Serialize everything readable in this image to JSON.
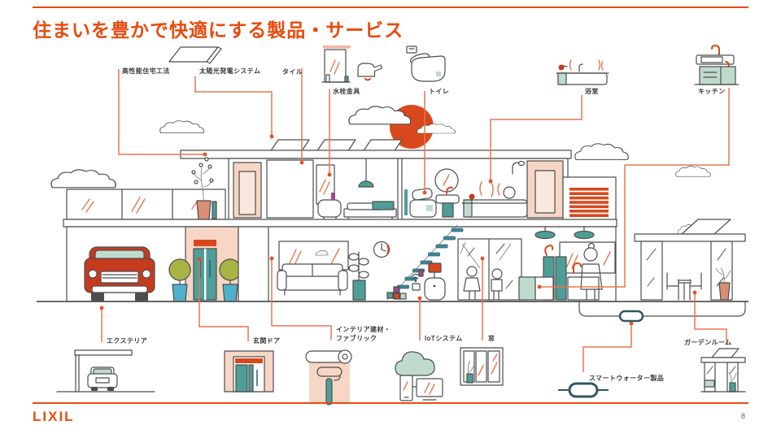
{
  "slide": {
    "title": "住まいを豊かで快適にする製品・サービス",
    "logo_text": "LIXIL",
    "page_number": "8",
    "accent_color": "#E94A0D",
    "connector_color": "#E8764E"
  },
  "labels": {
    "construction": "高性能住宅工法",
    "solar": "太陽光発電システム",
    "tile": "タイル",
    "faucet": "水栓金具",
    "toilet": "トイレ",
    "bath": "浴室",
    "kitchen": "キッチン",
    "exterior": "エクステリア",
    "entrance_door": "玄関ドア",
    "interior_line1": "インテリア建材・",
    "interior_line2": "ファブリック",
    "iot": "IoTシステム",
    "window": "窓",
    "smart_water": "スマートウォーター製品",
    "garden_room": "ガーデンルーム"
  }
}
